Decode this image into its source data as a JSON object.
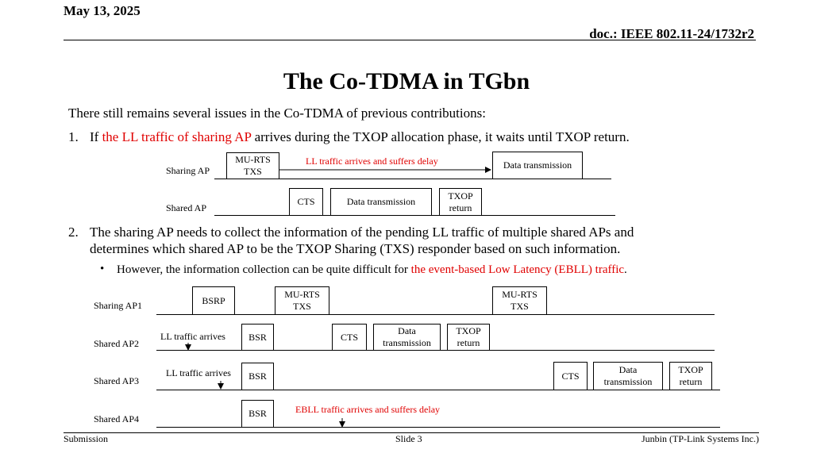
{
  "header": {
    "date": "May 13, 2025",
    "doc": "doc.: IEEE 802.11-24/1732r2"
  },
  "title": "The Co-TDMA in TGbn",
  "intro": "There still remains several issues in the Co-TDMA of previous contributions:",
  "item1": {
    "num": "1.",
    "pre": "If ",
    "highlight": "the LL traffic of sharing AP",
    "post": " arrives during the TXOP allocation phase, it waits until TXOP return."
  },
  "diagram1": {
    "sharing_label": "Sharing AP",
    "shared_label": "Shared AP",
    "mu_rts": "MU-RTS TXS",
    "annotation": "LL traffic arrives and suffers delay",
    "data_tx_sharing": "Data transmission",
    "cts": "CTS",
    "data_tx_shared": "Data transmission",
    "txop_return": "TXOP return"
  },
  "item2": {
    "num": "2.",
    "line1": "The sharing AP needs to collect the information of the pending LL traffic of multiple shared APs and",
    "line2": "determines which shared AP to be the TXOP Sharing (TXS) responder based on such information."
  },
  "bullet": {
    "mark": "•",
    "pre": "However, the information collection can be quite difficult for ",
    "highlight": "the event-based Low Latency (EBLL) traffic",
    "post": "."
  },
  "diagram2": {
    "ap1_label": "Sharing AP1",
    "ap2_label": "Shared AP2",
    "ap3_label": "Shared AP3",
    "ap4_label": "Shared AP4",
    "bsrp": "BSRP",
    "mu_rts_1": "MU-RTS TXS",
    "mu_rts_2": "MU-RTS TXS",
    "ll_arrives_2": "LL traffic arrives",
    "bsr_2": "BSR",
    "cts_2": "CTS",
    "data_tx_2": "Data transmission",
    "txop_return_2": "TXOP return",
    "ll_arrives_3": "LL traffic arrives",
    "bsr_3": "BSR",
    "cts_3": "CTS",
    "data_tx_3": "Data transmission",
    "txop_return_3": "TXOP return",
    "bsr_4": "BSR",
    "ebll_annotation": "EBLL traffic arrives and suffers delay"
  },
  "footer": {
    "left": "Submission",
    "center": "Slide 3",
    "right": "Junbin (TP-Link Systems Inc.)"
  },
  "colors": {
    "highlight": "#e00000"
  }
}
